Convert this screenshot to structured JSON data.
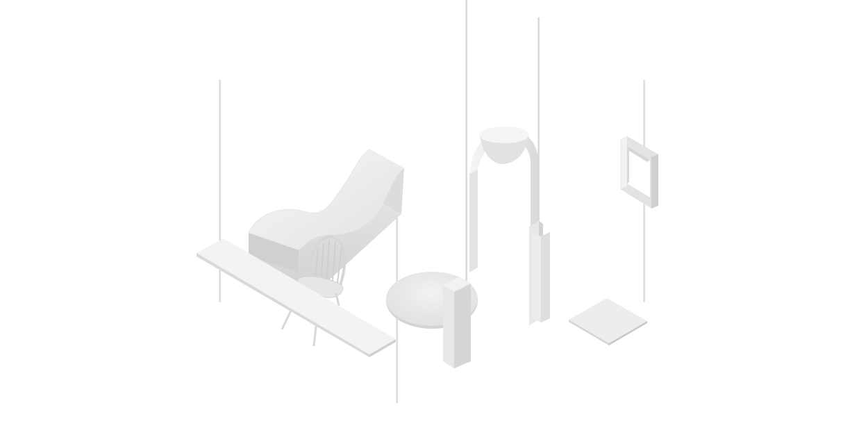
{
  "scene": {
    "background": "#ffffff",
    "palette": {
      "light": "#f4f4f4",
      "mid": "#e6e6e6",
      "shade": "#d6d6d6",
      "dark": "#c4c4c4",
      "edge": "#bdbdbd"
    },
    "objects": [
      "suspension-rod",
      "tilted-shelf",
      "wave-sofa",
      "windsor-chair",
      "round-disc",
      "upright-block",
      "arch-lamp",
      "square-frame",
      "floor-tile"
    ]
  }
}
